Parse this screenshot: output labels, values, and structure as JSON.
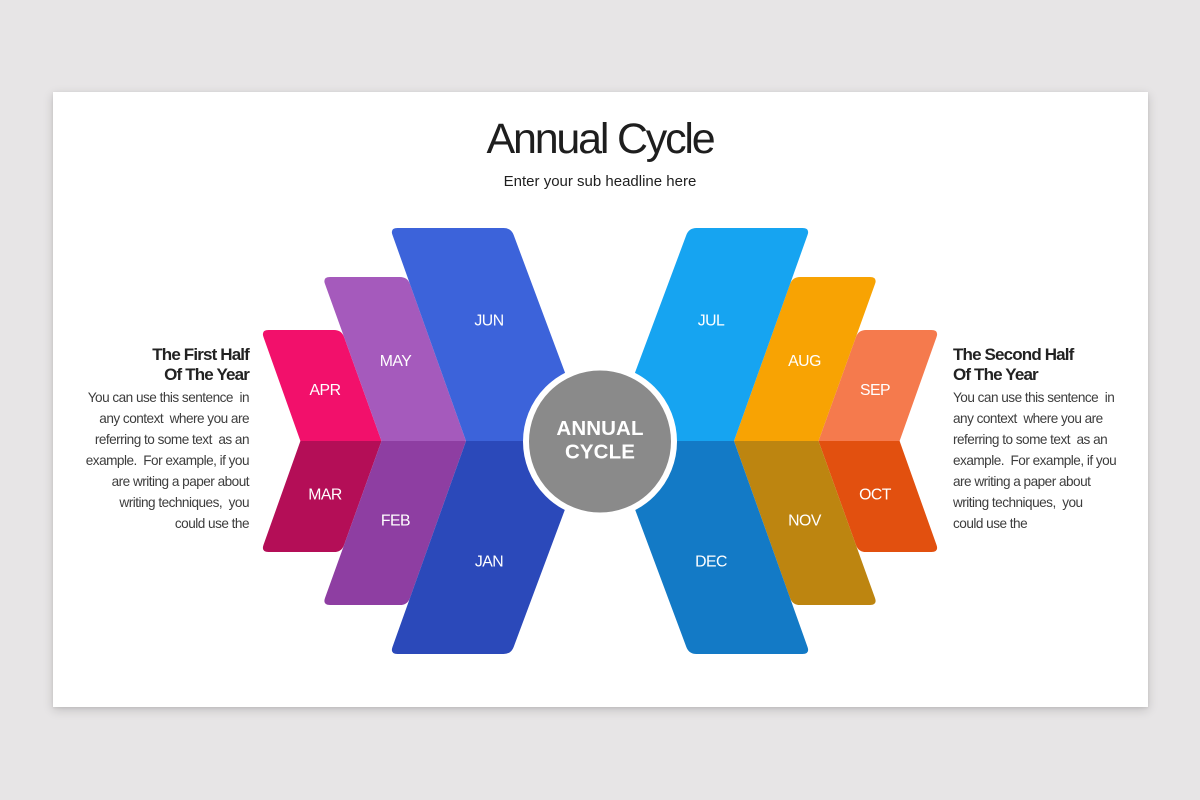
{
  "slide": {
    "title": "Annual Cycle",
    "subtitle": "Enter your sub headline here"
  },
  "left_panel": {
    "heading_lines": [
      "The First Half",
      "Of The Year"
    ],
    "body_lines": [
      "You can use this sentence  in",
      "any context  where you are",
      "referring to some text  as an",
      "example.  For example, if you",
      "are writing a paper about",
      "writing techniques,  you",
      "could use the"
    ]
  },
  "right_panel": {
    "heading_lines": [
      "The Second Half",
      "Of The Year"
    ],
    "body_lines": [
      "You can use this sentence  in",
      "any context  where you are",
      "referring to some text  as an",
      "example.  For example, if you",
      "are writing a paper about",
      "writing techniques,  you",
      "could use the"
    ]
  },
  "diagram": {
    "center_lines": [
      "ANNUAL",
      "CYCLE"
    ],
    "center_color": "#8a8a8a",
    "ring_color": "#ffffff",
    "months": [
      {
        "label": "JAN",
        "color": "#2b49ba",
        "wing": "left",
        "half": "bottom",
        "ring": 2
      },
      {
        "label": "FEB",
        "color": "#8e3ea2",
        "wing": "left",
        "half": "bottom",
        "ring": 1
      },
      {
        "label": "MAR",
        "color": "#b40e57",
        "wing": "left",
        "half": "bottom",
        "ring": 0
      },
      {
        "label": "APR",
        "color": "#f2106b",
        "wing": "left",
        "half": "top",
        "ring": 0
      },
      {
        "label": "MAY",
        "color": "#a55abc",
        "wing": "left",
        "half": "top",
        "ring": 1
      },
      {
        "label": "JUN",
        "color": "#3c63da",
        "wing": "left",
        "half": "top",
        "ring": 2
      },
      {
        "label": "JUL",
        "color": "#16a4f1",
        "wing": "right",
        "half": "top",
        "ring": 2
      },
      {
        "label": "AUG",
        "color": "#f8a303",
        "wing": "right",
        "half": "top",
        "ring": 1
      },
      {
        "label": "SEP",
        "color": "#f57a4d",
        "wing": "right",
        "half": "top",
        "ring": 0
      },
      {
        "label": "OCT",
        "color": "#e2500f",
        "wing": "right",
        "half": "bottom",
        "ring": 0
      },
      {
        "label": "NOV",
        "color": "#bd8510",
        "wing": "right",
        "half": "bottom",
        "ring": 1
      },
      {
        "label": "DEC",
        "color": "#137ac6",
        "wing": "right",
        "half": "bottom",
        "ring": 2
      }
    ]
  }
}
